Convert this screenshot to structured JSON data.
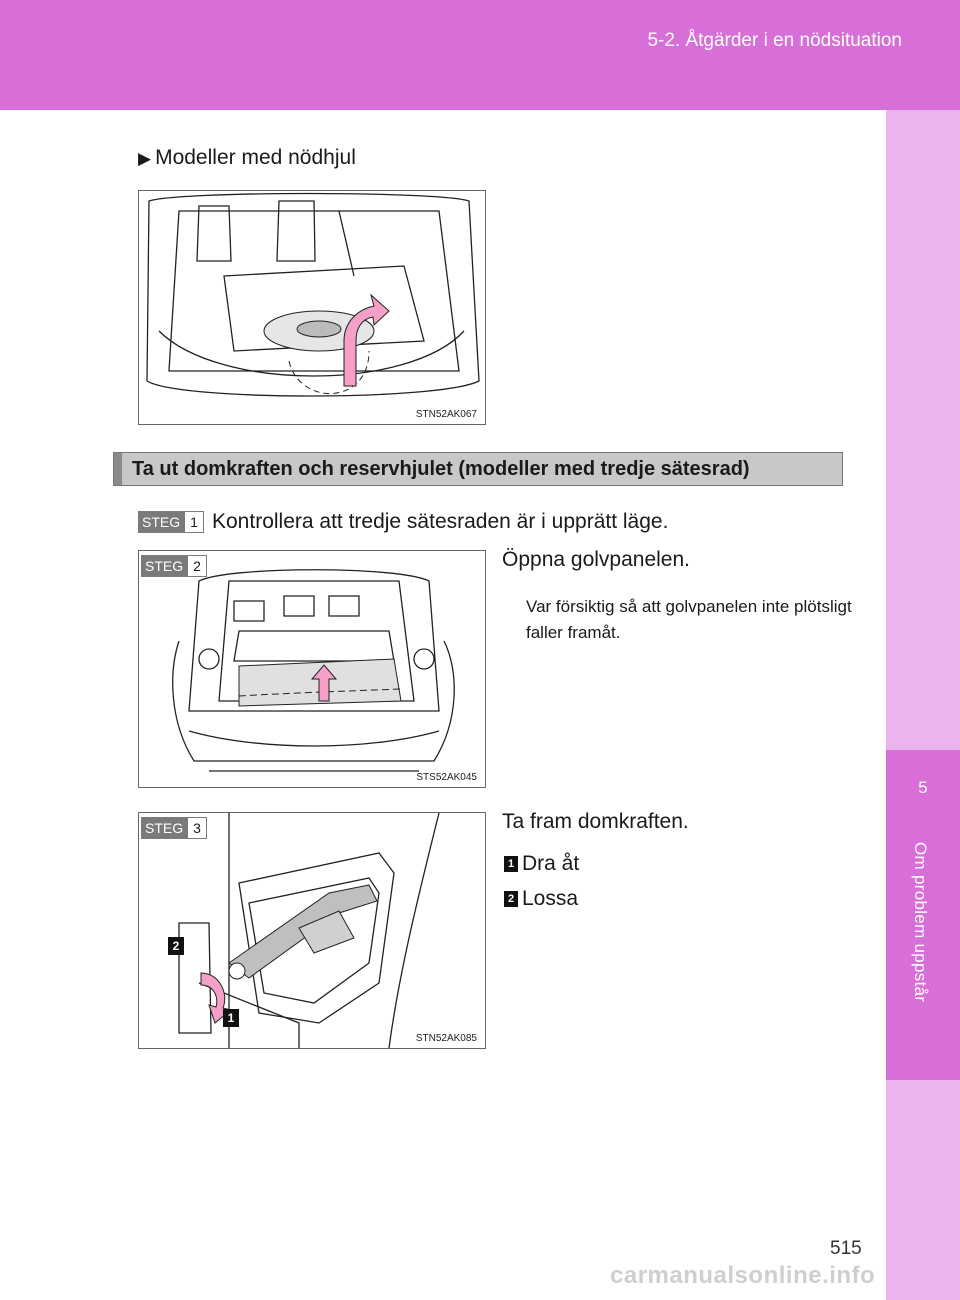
{
  "header": {
    "section_title": "5-2. Åtgärder i en nödsituation"
  },
  "side_tab": {
    "chapter_number": "5",
    "chapter_label": "Om problem uppstår"
  },
  "page": {
    "number": "515",
    "watermark": "carmanualsonline.info"
  },
  "intro": {
    "bullet_text": "Modeller med nödhjul",
    "bullet_glyph": "▶"
  },
  "figures": {
    "fig1_code": "STN52AK067",
    "fig2_code": "STS52AK045",
    "fig3_code": "STN52AK085"
  },
  "section": {
    "title": "Ta ut domkraften och reservhjulet (modeller med tredje sätesrad)"
  },
  "steps": [
    {
      "label": "STEG",
      "number": "1",
      "text": "Kontrollera att tredje sätesraden är i upprätt läge."
    },
    {
      "label": "STEG",
      "number": "2",
      "text": "Öppna golvpanelen.",
      "note": "Var försiktig så att golvpanelen inte plötsligt faller framåt."
    },
    {
      "label": "STEG",
      "number": "3",
      "text": "Ta fram domkraften."
    }
  ],
  "step3_items": [
    {
      "marker": "1",
      "text": "Dra åt"
    },
    {
      "marker": "2",
      "text": "Lossa"
    }
  ],
  "colors": {
    "header": "#d86ed8",
    "tab_light": "#ecb4ec",
    "arrow": "#f4a0c8"
  }
}
